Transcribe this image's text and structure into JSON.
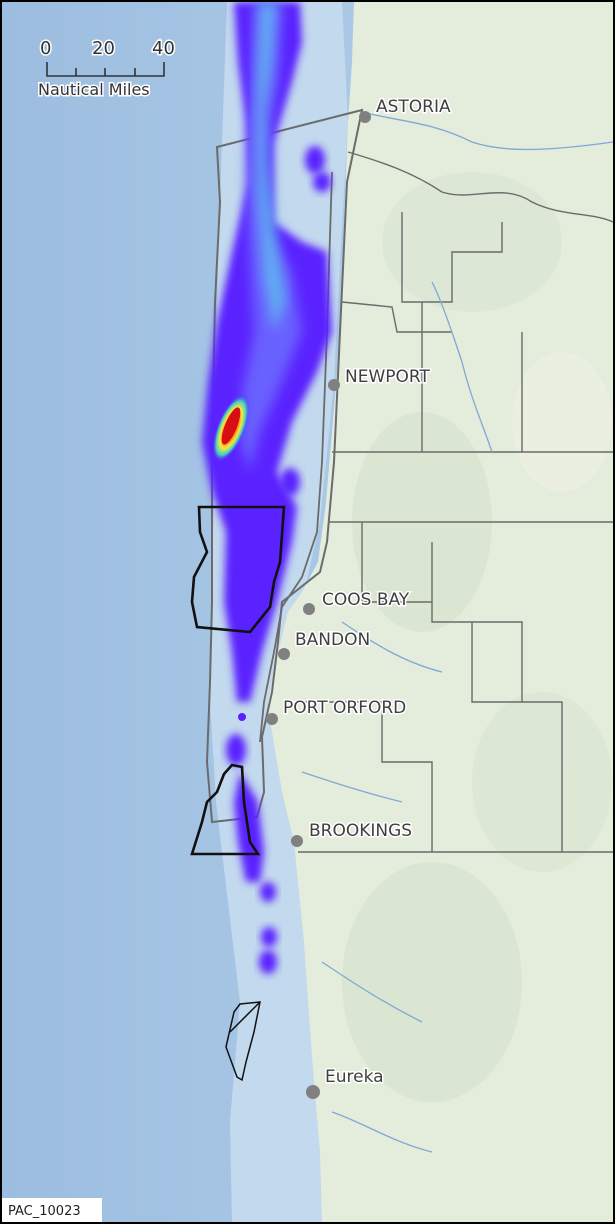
{
  "map_id": "PAC_10023",
  "scale_bar": {
    "ticks": [
      "0",
      "20",
      "40"
    ],
    "unit": "Nautical Miles"
  },
  "cities": {
    "astoria": "ASTORIA",
    "newport": "NEWPORT",
    "coos_bay": "COOS BAY",
    "bandon": "BANDON",
    "port_orford": "PORT ORFORD",
    "brookings": "BROOKINGS",
    "eureka": "Eureka"
  },
  "colors": {
    "ocean_deep": "#8fb6dd",
    "ocean_shelf": "#bfd7ee",
    "land": "#e3ebdc",
    "density_low": "#5b1fff",
    "density_mid": "#3fc2f0",
    "density_high": "#e8191b",
    "city_dot": "#808080",
    "boundary": "#6e6e6e",
    "wea_outline": "#111111"
  }
}
